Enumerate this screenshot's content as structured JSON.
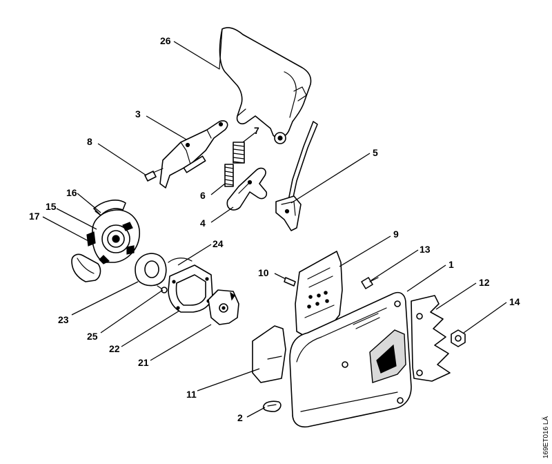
{
  "diagram": {
    "callouts": [
      {
        "id": "c26",
        "label": "26"
      },
      {
        "id": "c3",
        "label": "3"
      },
      {
        "id": "c7",
        "label": "7"
      },
      {
        "id": "c8",
        "label": "8"
      },
      {
        "id": "c5",
        "label": "5"
      },
      {
        "id": "c6",
        "label": "6"
      },
      {
        "id": "c16",
        "label": "16"
      },
      {
        "id": "c4",
        "label": "4"
      },
      {
        "id": "c15",
        "label": "15"
      },
      {
        "id": "c17",
        "label": "17"
      },
      {
        "id": "c24",
        "label": "24"
      },
      {
        "id": "c9",
        "label": "9"
      },
      {
        "id": "c13",
        "label": "13"
      },
      {
        "id": "c1",
        "label": "1"
      },
      {
        "id": "c10",
        "label": "10"
      },
      {
        "id": "c12",
        "label": "12"
      },
      {
        "id": "c14",
        "label": "14"
      },
      {
        "id": "c23",
        "label": "23"
      },
      {
        "id": "c25",
        "label": "25"
      },
      {
        "id": "c22",
        "label": "22"
      },
      {
        "id": "c21",
        "label": "21"
      },
      {
        "id": "c11",
        "label": "11"
      },
      {
        "id": "c2",
        "label": "2"
      }
    ],
    "reference_code": "169ET016 LÄ"
  }
}
